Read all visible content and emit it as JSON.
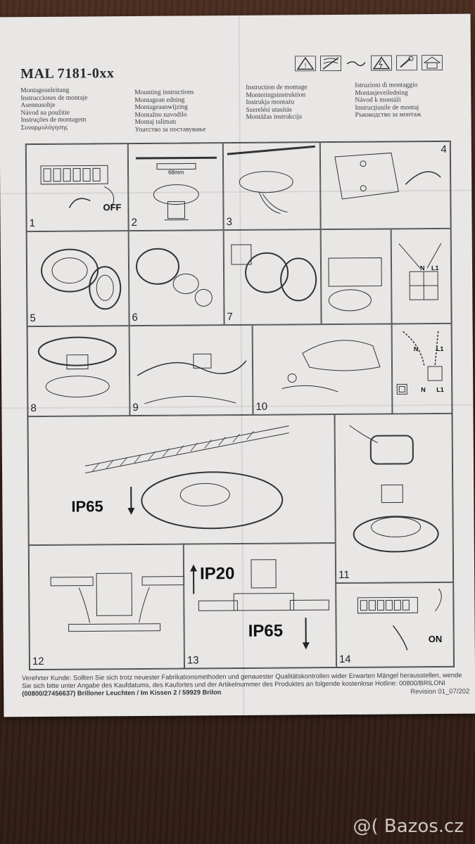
{
  "document": {
    "model": "MAL 7181-0xx",
    "languages_col1": [
      "Montageanleitung",
      "Instrucciones de montaje",
      "Asennusohje",
      "Návod na použitie",
      "Instruções de montagem",
      "Συναρμολόγησης"
    ],
    "languages_col2": [
      "Mounting instructions",
      "Montagean edning",
      "Montageaanwijzing",
      "Montažno navodilo",
      "Montaj talimatı",
      "Упатство за поставување"
    ],
    "languages_col3": [
      "Instruction de montage",
      "Monteringsinstruktion",
      "Instrukja montażu",
      "Szerelési utasítás",
      "Montāžas instrukcija"
    ],
    "languages_col4": [
      "Istruzioni di montaggio",
      "Montasjeveiledning",
      "Návod k montáži",
      "Instrucțiunile de montaj",
      "Ръководство за монтаж"
    ],
    "steps": [
      "1",
      "2",
      "3",
      "4",
      "5",
      "6",
      "7",
      "8",
      "9",
      "10",
      "11",
      "12",
      "13",
      "14"
    ],
    "labels": {
      "off": "OFF",
      "on": "ON",
      "ip65_a": "IP65",
      "ip65_b": "IP65",
      "ip20": "IP20",
      "n": "N",
      "l1": "L1",
      "n2": "N",
      "l1b": "L1",
      "n3": "N",
      "l1c": "L1",
      "dim": "68mm"
    },
    "footer": {
      "line1": "Verehrter Kunde: Sollten Sie sich trotz neuester Fabrikationsmethoden und genauester Qualitätskontrollen wider Erwarten Mängel herausstellen, wende",
      "line2": "Sie sich bitte unter Angabe des Kaufdatums, des Kaufortes und der Artikelnummer des Produktes an folgende kostenlose Hotline: 00800/BRILONI",
      "line3": "(00800/27456637) Brilloner Leuchten / Im Kissen 2 / 59929 Brilon",
      "revision": "Revision 01_07/202"
    }
  },
  "watermark": "@( Bazos.cz",
  "colors": {
    "paper": "#e9e7e6",
    "ink": "#2a2a2a",
    "wood": "#3a2419"
  }
}
